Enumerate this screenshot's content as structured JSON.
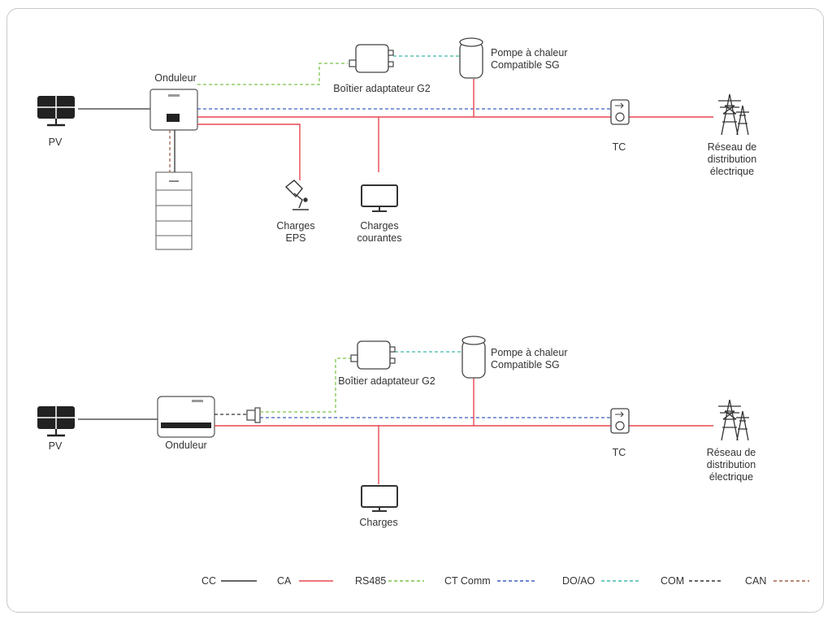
{
  "diagram_top": {
    "pv": "PV",
    "inverter": "Onduleur",
    "adapter": "Boîtier adaptateur G2",
    "heat_pump": "Pompe à chaleur\nCompatible SG",
    "ct": "TC",
    "grid": "Réseau de\ndistribution\nélectrique",
    "eps_loads": "Charges\nEPS",
    "current_loads": "Charges\ncourantes"
  },
  "diagram_bottom": {
    "pv": "PV",
    "inverter": "Onduleur",
    "adapter": "Boîtier adaptateur G2",
    "heat_pump": "Pompe à chaleur\nCompatible SG",
    "ct": "TC",
    "grid": "Réseau de\ndistribution\nélectrique",
    "loads": "Charges"
  },
  "legend": [
    {
      "label": "CC",
      "color": "#333333",
      "style": "solid"
    },
    {
      "label": "CA",
      "color": "#e8464f",
      "style": "solid"
    },
    {
      "label": "RS485",
      "color": "#7cc24a",
      "style": "dashed"
    },
    {
      "label": "CT Comm",
      "color": "#3b5fc0",
      "style": "dashed"
    },
    {
      "label": "DO/AO",
      "color": "#3fb8a8",
      "style": "dashed"
    },
    {
      "label": "COM",
      "color": "#333333",
      "style": "dashed"
    },
    {
      "label": "CAN",
      "color": "#a0644a",
      "style": "dashed"
    }
  ],
  "colors": {
    "dc": "#333333",
    "ac": "#e8464f",
    "rs485": "#7cc24a",
    "ct_comm": "#3b5fc0",
    "do_ao": "#3fb8a8",
    "com": "#333333",
    "can": "#a0644a"
  }
}
